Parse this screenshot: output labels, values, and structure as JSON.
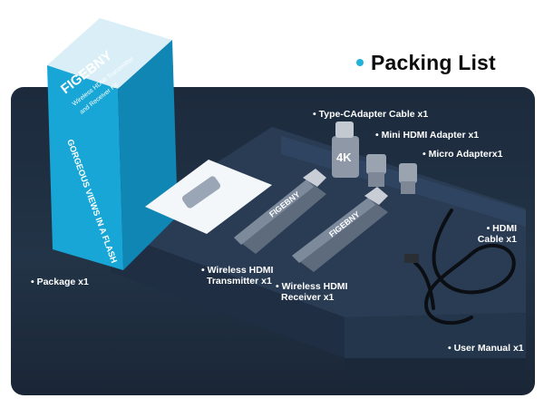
{
  "header": {
    "title": "Packing List"
  },
  "box": {
    "brand": "FIGEBNY",
    "product_line1": "Wireless HDMI Transmitter",
    "product_line2": "and Receiver Kit",
    "slogan": "GORGEOUS VIEWS IN A FLASH"
  },
  "devices": {
    "transmitter_brand": "FIGEBNY",
    "receiver_brand": "FIGEBNY",
    "adapter_badge": "4K"
  },
  "labels": {
    "type_c": "• Type-CAdapter Cable x1",
    "mini_hdmi": "• Mini HDMI Adapter x1",
    "micro": "• Micro Adapterx1",
    "hdmi_cable_line1": "• HDMI",
    "hdmi_cable_line2": "Cable x1",
    "package": "• Package x1",
    "transmitter_line1": "• Wireless HDMI",
    "transmitter_line2": "Transmitter x1",
    "receiver_line1": "• Wireless HDMI",
    "receiver_line2": "Receiver x1",
    "manual": "• User Manual x1"
  },
  "colors": {
    "accent": "#1fb3d9",
    "box_blue": "#17a6d6",
    "background_dark": "#1c2a3c",
    "device_gray": "#6e7c8e"
  }
}
